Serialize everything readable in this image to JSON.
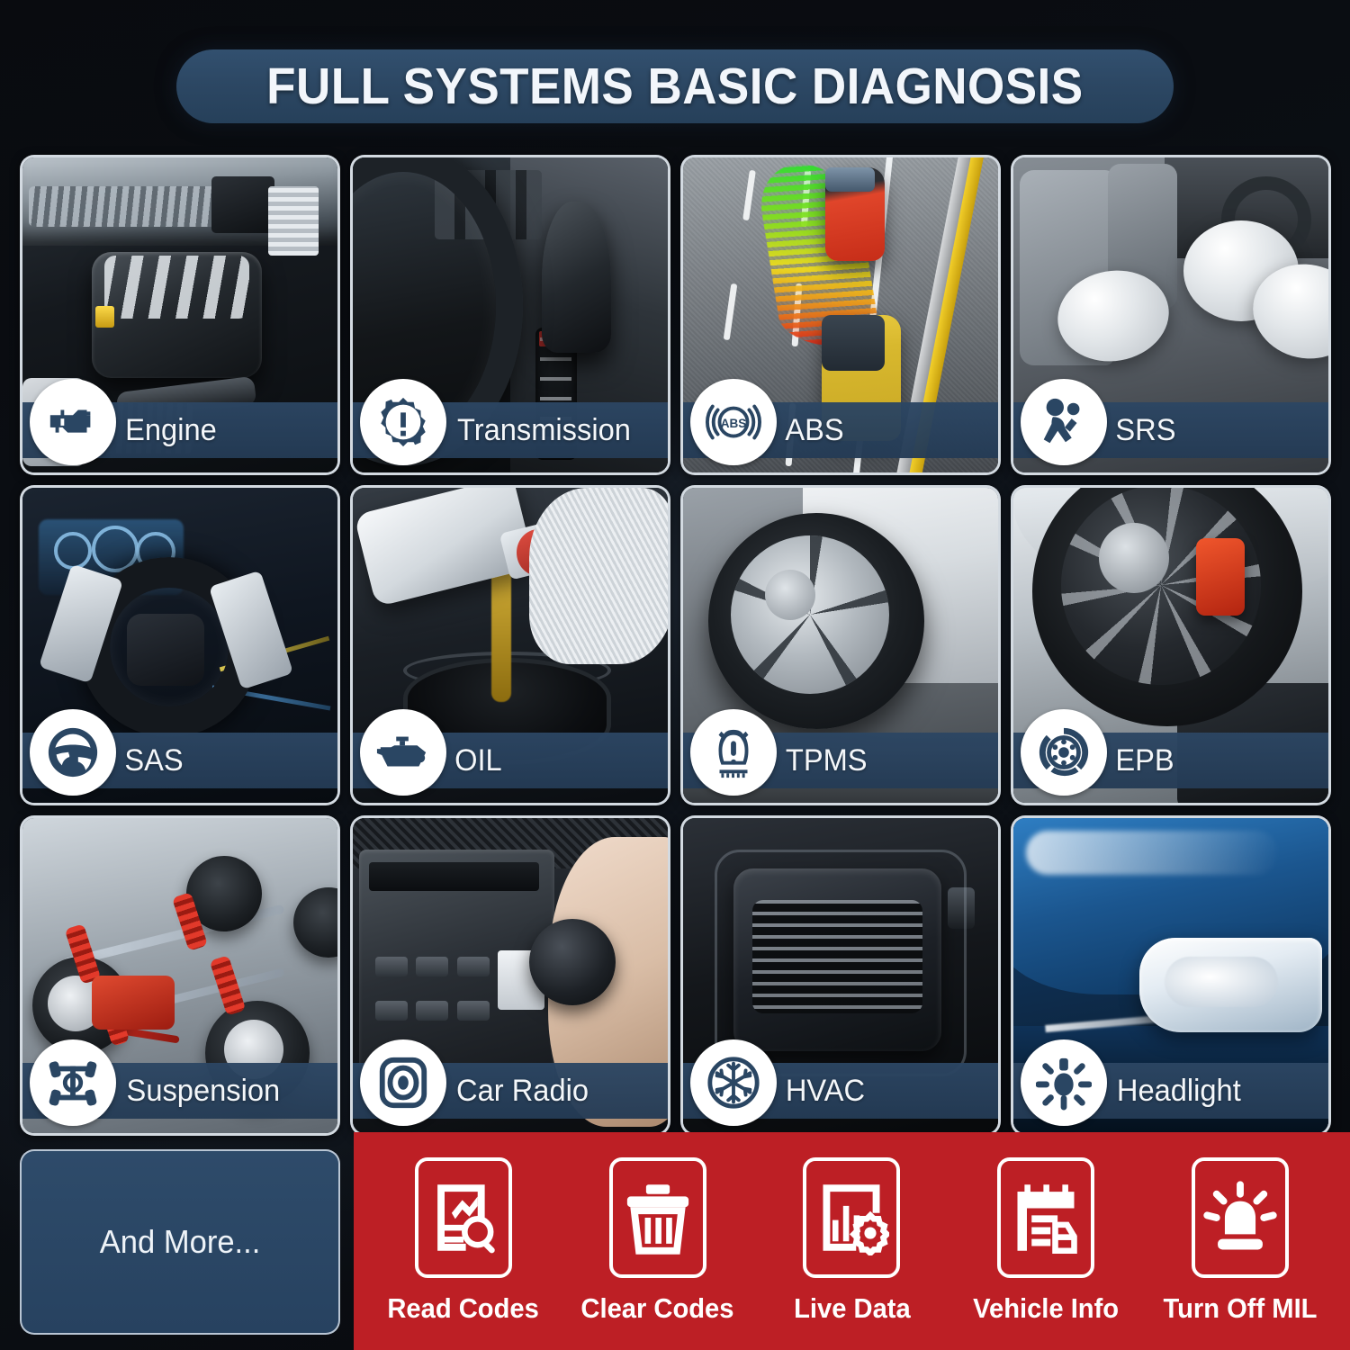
{
  "header": {
    "title": "FULL SYSTEMS BASIC DIAGNOSIS"
  },
  "colors": {
    "navy": "#2a4663",
    "navy_banner": "#2c4763",
    "red": "#bd1f25",
    "white": "#ffffff",
    "background": "#07090c"
  },
  "systems": [
    {
      "label": "Engine",
      "icon": "check-engine-icon",
      "photo": "engine-bay-photo"
    },
    {
      "label": "Transmission",
      "icon": "gear-warning-icon",
      "photo": "gear-shifter-photo"
    },
    {
      "label": "ABS",
      "icon": "abs-icon",
      "photo": "road-lane-assist-photo"
    },
    {
      "label": "SRS",
      "icon": "airbag-seatbelt-icon",
      "photo": "deployed-airbags-photo"
    },
    {
      "label": "SAS",
      "icon": "steering-wheel-icon",
      "photo": "robot-steering-wheel-photo"
    },
    {
      "label": "OIL",
      "icon": "oil-can-icon",
      "photo": "pouring-oil-photo"
    },
    {
      "label": "TPMS",
      "icon": "tire-pressure-icon",
      "photo": "car-wheel-photo"
    },
    {
      "label": "EPB",
      "icon": "brake-disc-icon",
      "photo": "brake-caliper-wheel-photo"
    },
    {
      "label": "Suspension",
      "icon": "chassis-axle-icon",
      "photo": "suspension-chassis-photo"
    },
    {
      "label": "Car Radio",
      "icon": "radio-knob-icon",
      "photo": "car-stereo-hand-photo"
    },
    {
      "label": "HVAC",
      "icon": "snowflake-icon",
      "photo": "air-vent-photo"
    },
    {
      "label": "Headlight",
      "icon": "headlight-sun-icon",
      "photo": "blue-car-headlight-photo"
    }
  ],
  "and_more": {
    "label": "And More..."
  },
  "actions": [
    {
      "label": "Read Codes",
      "icon": "document-search-icon"
    },
    {
      "label": "Clear Codes",
      "icon": "trash-icon"
    },
    {
      "label": "Live Data",
      "icon": "bar-chart-gear-icon"
    },
    {
      "label": "Vehicle Info",
      "icon": "clipboard-car-icon"
    },
    {
      "label": "Turn Off MIL",
      "icon": "warning-beacon-icon"
    }
  ]
}
